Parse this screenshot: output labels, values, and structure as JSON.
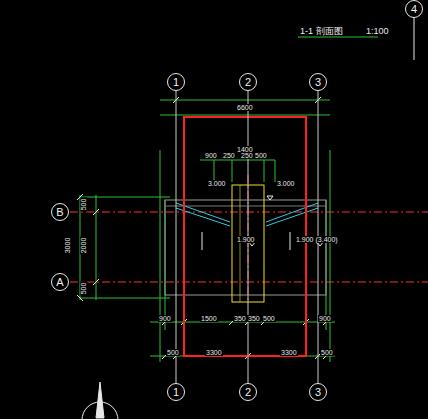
{
  "diagram": {
    "title": "1-1 剖面图",
    "nodes": [
      {
        "text": [
          "1"
        ]
      },
      {
        "text": [
          "2"
        ]
      },
      {
        "text": [
          "3"
        ]
      },
      {
        "text": [
          "4"
        ]
      },
      {
        "text": [
          "B"
        ]
      },
      {
        "text": [
          "A"
        ]
      },
      {
        "text": [
          "1"
        ]
      },
      {
        "text": [
          "2"
        ]
      },
      {
        "text": [
          "3"
        ]
      }
    ],
    "edges": [
      {
        "from": 0,
        "to": 6,
        "arrow": "none"
      },
      {
        "from": 1,
        "to": 7,
        "arrow": "none"
      },
      {
        "from": 2,
        "to": 8,
        "arrow": "none"
      }
    ],
    "labels": [
      "1:100",
      "6600",
      "1400",
      "900",
      "250",
      "250",
      "500",
      "3.000",
      "3.000",
      "1.900",
      "1.900 (3.400)",
      "500",
      "2000",
      "500",
      "3000",
      "900",
      "1500",
      "350",
      "350",
      "500",
      "900",
      "500",
      "3300",
      "3300",
      "500"
    ]
  }
}
